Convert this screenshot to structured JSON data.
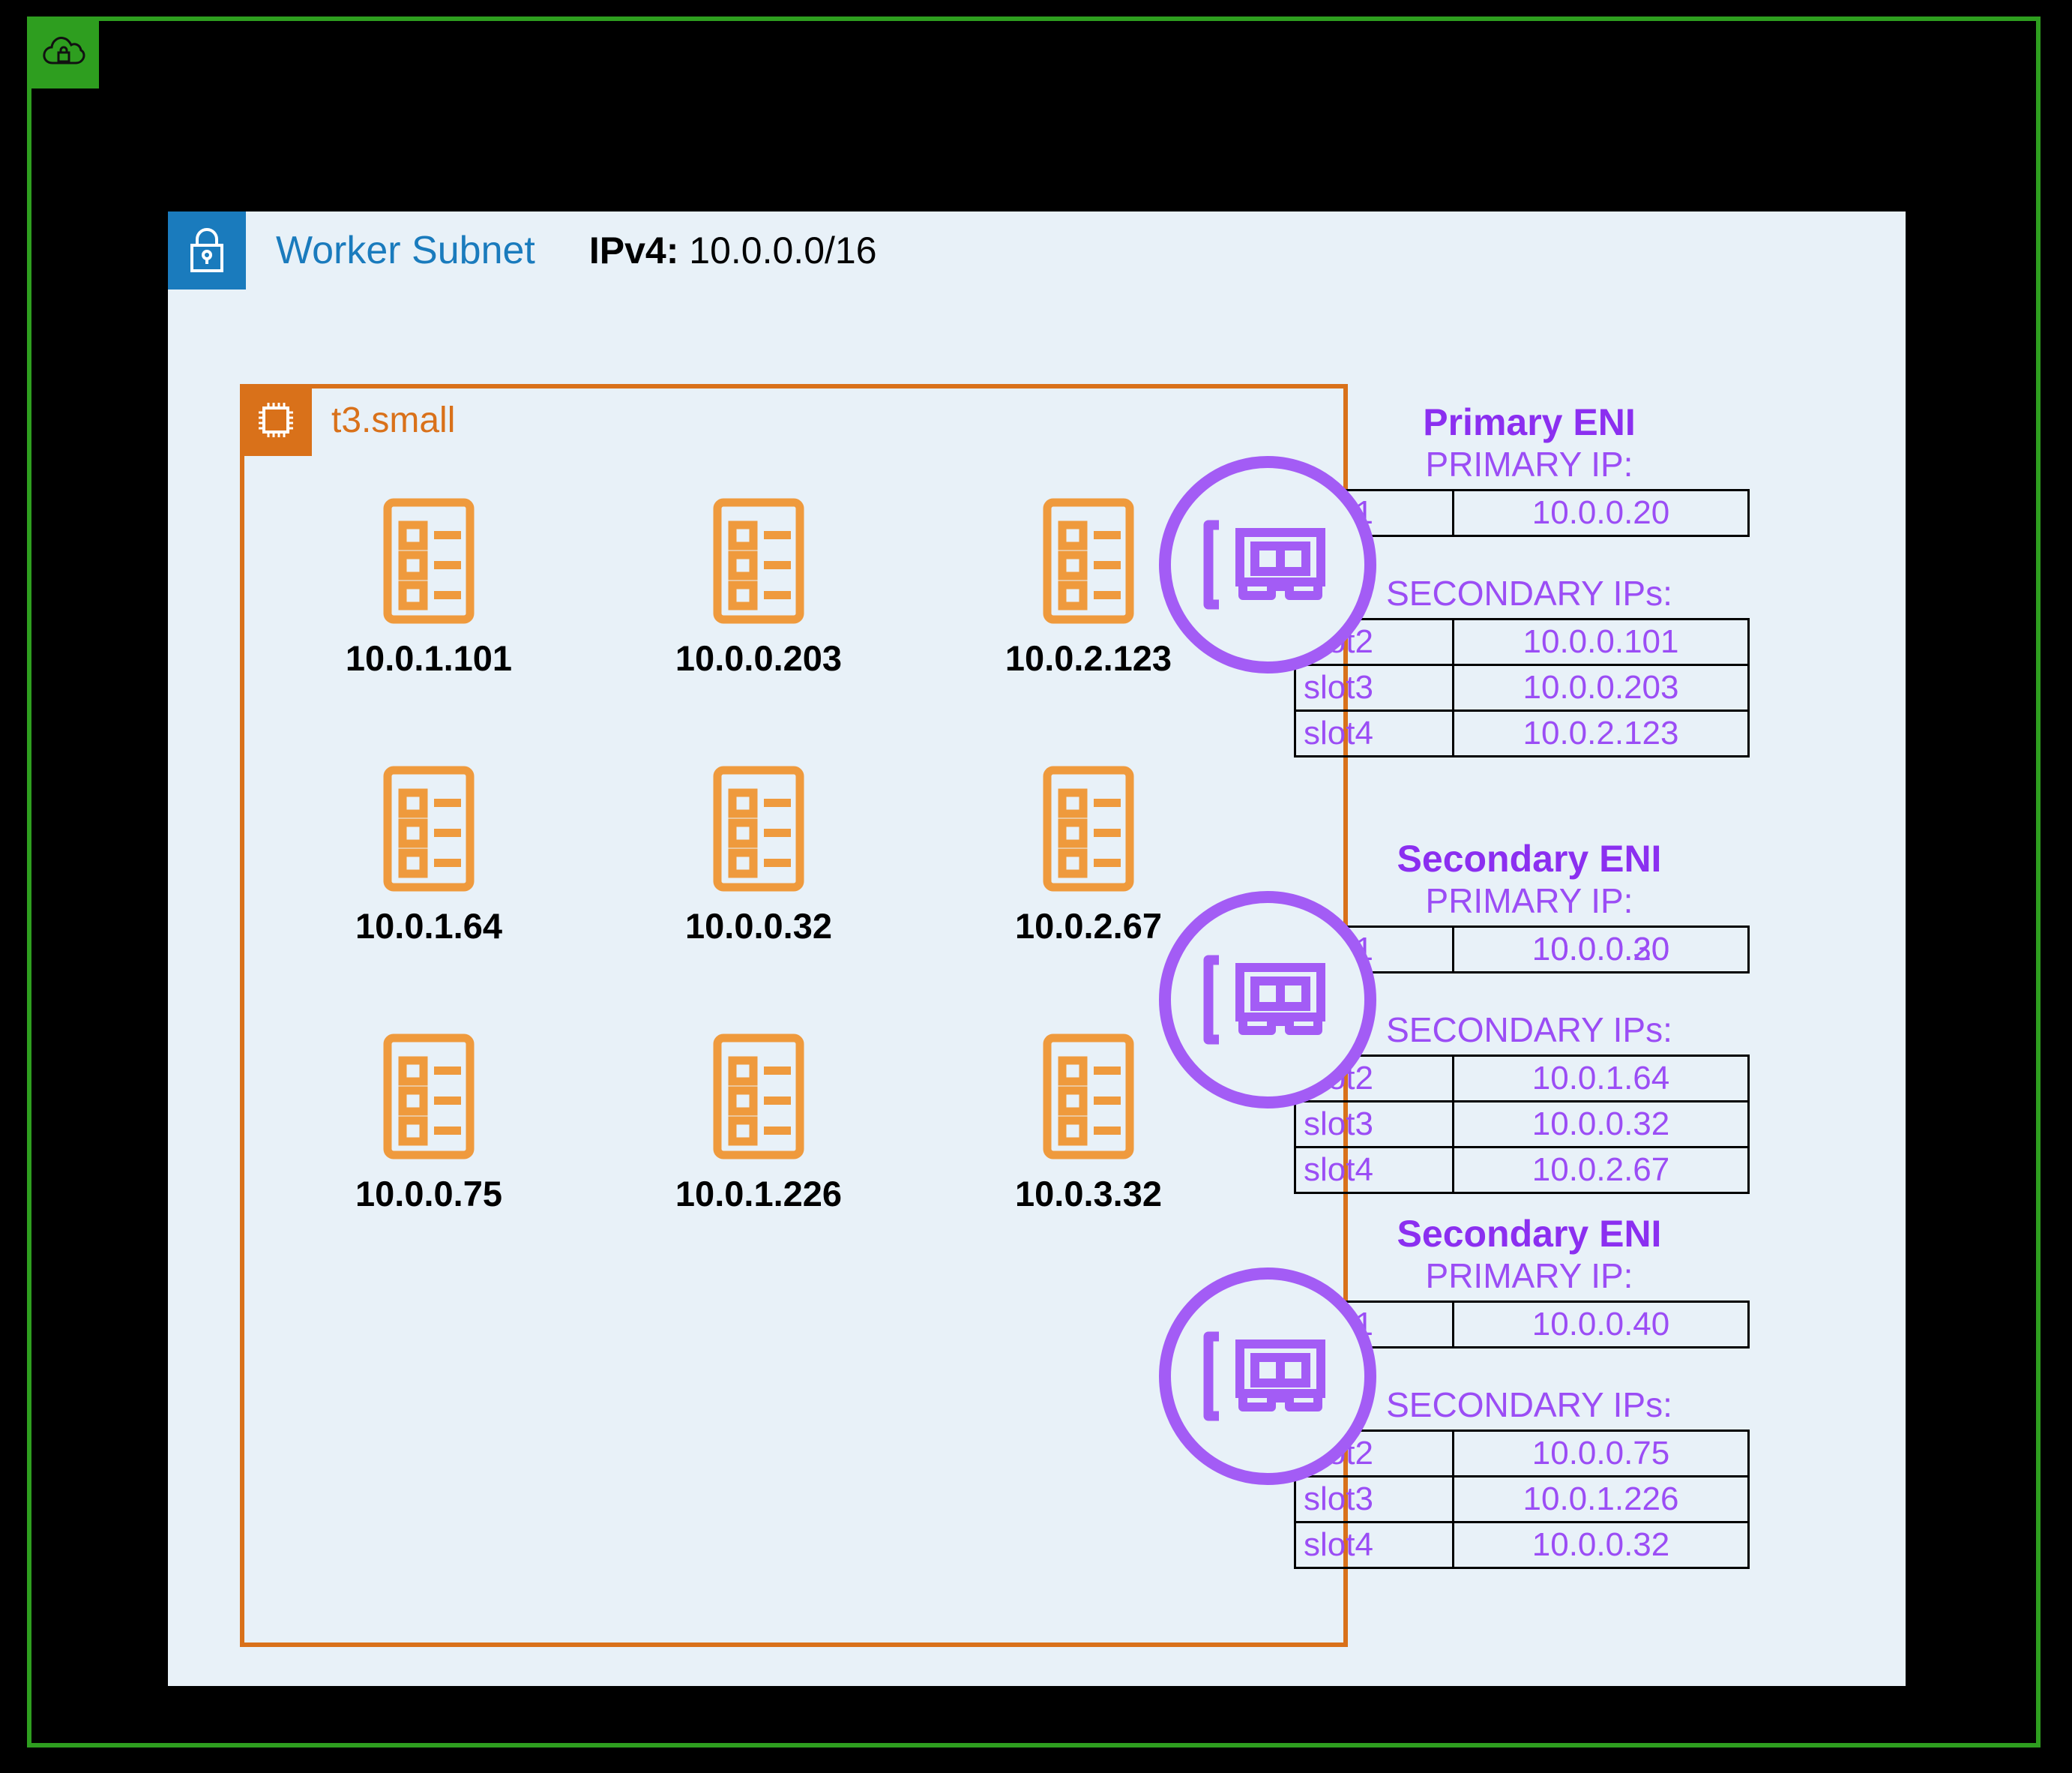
{
  "vpc": {
    "icon": "vpc-cloud-lock-icon",
    "border_color": "#2e9e1f",
    "icon_bg": "#2e9e1f"
  },
  "subnet": {
    "icon": "subnet-lock-icon",
    "icon_bg": "#1a7bbd",
    "title": "Worker Subnet",
    "title_color": "#1a7bbd",
    "cidr_label": "IPv4:",
    "cidr_value": "10.0.0.0/16",
    "bg_color": "#e8f1f8"
  },
  "instance": {
    "icon": "cpu-chip-icon",
    "label": "t3.small",
    "color": "#d9711a"
  },
  "pods": {
    "icon": "pod-list-icon",
    "icon_color": "#ef9a3d",
    "rows": [
      [
        {
          "ip": "10.0.1.101"
        },
        {
          "ip": "10.0.0.203"
        },
        {
          "ip": "10.0.2.123"
        }
      ],
      [
        {
          "ip": "10.0.1.64"
        },
        {
          "ip": "10.0.0.32"
        },
        {
          "ip": "10.0.2.67"
        }
      ],
      [
        {
          "ip": "10.0.0.75"
        },
        {
          "ip": "10.0.1.226"
        },
        {
          "ip": "10.0.3.32"
        }
      ]
    ]
  },
  "eni_common": {
    "icon": "network-interface-card-icon",
    "accent_color": "#a35cf5",
    "title_color": "#8b2ff0",
    "primary_ip_label": "PRIMARY IP:",
    "secondary_ips_label": "SECONDARY IPs:"
  },
  "enis": [
    {
      "title": "Primary ENI",
      "primary": {
        "slot": "slot1",
        "ip": "10.0.0.20"
      },
      "secondary": [
        {
          "slot": "slot2",
          "ip": "10.0.0.101"
        },
        {
          "slot": "slot3",
          "ip": "10.0.0.203"
        },
        {
          "slot": "slot4",
          "ip": "10.0.2.123"
        }
      ]
    },
    {
      "title": "Secondary ENI",
      "primary": {
        "slot": "slot1",
        "ip": "10.0.0.30",
        "ip_overlap": "10.0.0.20"
      },
      "secondary": [
        {
          "slot": "slot2",
          "ip": "10.0.1.64"
        },
        {
          "slot": "slot3",
          "ip": "10.0.0.32"
        },
        {
          "slot": "slot4",
          "ip": "10.0.2.67"
        }
      ]
    },
    {
      "title": "Secondary ENI",
      "primary": {
        "slot": "slot1",
        "ip": "10.0.0.40"
      },
      "secondary": [
        {
          "slot": "slot2",
          "ip": "10.0.0.75"
        },
        {
          "slot": "slot3",
          "ip": "10.0.1.226"
        },
        {
          "slot": "slot4",
          "ip": "10.0.0.32"
        }
      ]
    }
  ]
}
